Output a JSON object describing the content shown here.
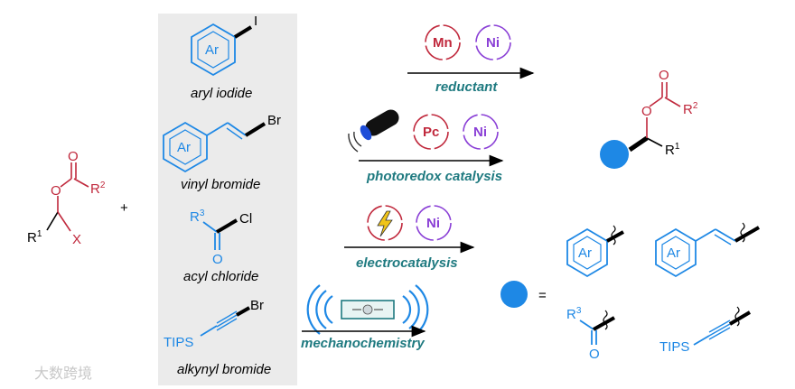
{
  "substrate": {
    "O_carbonyl": "O",
    "O_ester": "O",
    "R2": "R",
    "R2_sup": "2",
    "R1": "R",
    "R1_sup": "1",
    "X": "X"
  },
  "plus": "+",
  "reagents": [
    {
      "ring_label": "Ar",
      "halogen": "I",
      "name": "aryl iodide"
    },
    {
      "ring_label": "Ar",
      "halogen": "Br",
      "name": "vinyl bromide"
    },
    {
      "r_label": "R",
      "r_sup": "3",
      "halogen": "Cl",
      "oxygen": "O",
      "name": "acyl chloride"
    },
    {
      "tips": "TIPS",
      "halogen": "Br",
      "name": "alkynyl bromide"
    }
  ],
  "methods": [
    {
      "badge1": "Mn",
      "badge2": "Ni",
      "label": "reductant"
    },
    {
      "badge1": "Pc",
      "badge2": "Ni",
      "label": "photoredox catalysis"
    },
    {
      "badge2": "Ni",
      "label": "electrocatalysis"
    },
    {
      "label": "mechanochemistry"
    }
  ],
  "product": {
    "O_carbonyl": "O",
    "O_ester": "O",
    "R2": "R",
    "R2_sup": "2",
    "R1": "R",
    "R1_sup": "1"
  },
  "legend": {
    "equals": "=",
    "ar1": "Ar",
    "ar2": "Ar",
    "r3": "R",
    "r3_sup": "3",
    "oxygen": "O",
    "tips": "TIPS"
  },
  "watermark": "大数跨境",
  "colors": {
    "blue": "#1e88e5",
    "red": "#c0283c",
    "teal": "#1f7a80",
    "purple": "#8a3fd6",
    "panel": "#ebebeb"
  }
}
